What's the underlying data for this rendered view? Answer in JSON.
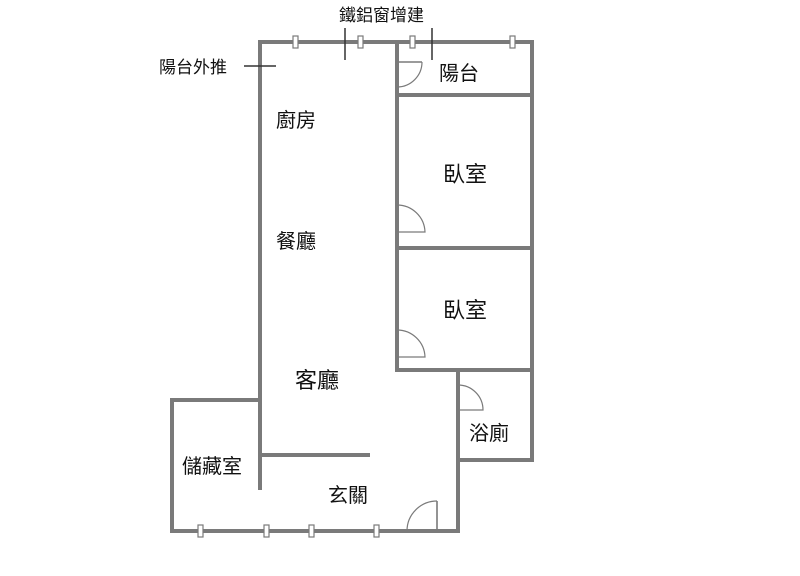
{
  "rooms": {
    "kitchen": "廚房",
    "dining": "餐廳",
    "living": "客廳",
    "bedroom_1": "臥室",
    "bedroom_2": "臥室",
    "balcony": "陽台",
    "bathroom": "浴廁",
    "storage": "儲藏室",
    "entrance": "玄關"
  },
  "notes": {
    "window_addition": "鐵鋁窗增建",
    "balcony_extension": "陽台外推"
  },
  "colors": {
    "wall": "#7a7a7a",
    "text": "#111111",
    "background": "#ffffff"
  }
}
